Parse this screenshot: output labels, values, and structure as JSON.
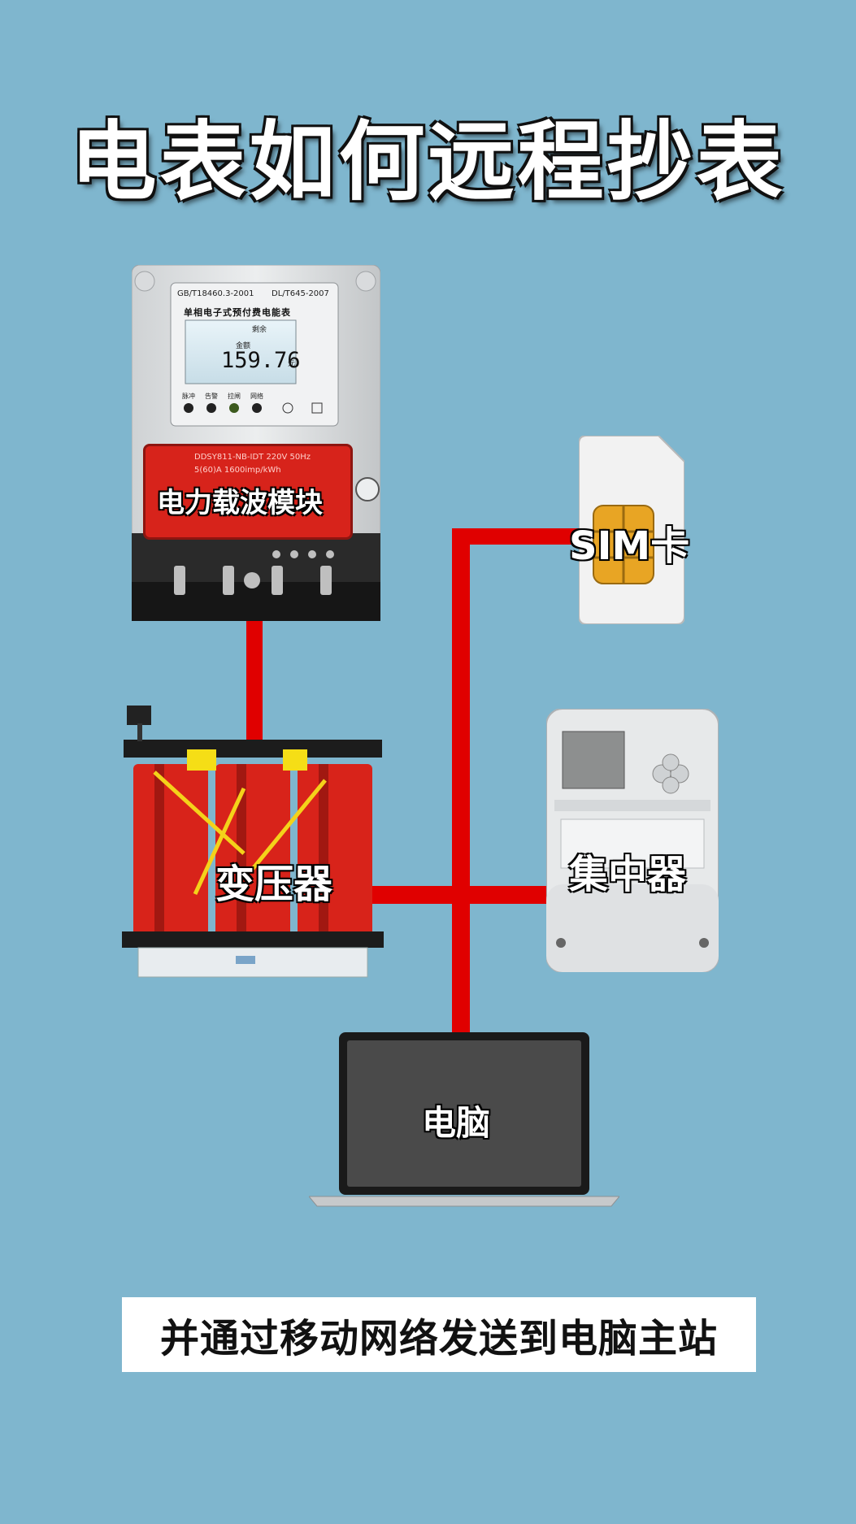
{
  "title": "电表如何远程抄表",
  "meter": {
    "standard_left": "GB/T18460.3-2001",
    "standard_right": "DL/T645-2007",
    "name": "单相电子式预付费电能表",
    "remaining_label": "剩余",
    "amount_label": "金额",
    "reading": "159.76",
    "unit": "元",
    "indicators": [
      "脉冲",
      "告警",
      "拉闸",
      "网络"
    ],
    "plate_line1": "DDSY811-NB-IDT 220V 50Hz",
    "plate_line2": "5(60)A 1600imp/kWh",
    "module_label": "电力载波模块"
  },
  "sim_label": "SIM卡",
  "transformer_label": "变压器",
  "concentrator_label": "集中器",
  "computer_label": "电脑",
  "caption": "并通过移动网络发送到电脑主站",
  "colors": {
    "background": "#7fb6ce",
    "wire": "#e00000",
    "transformer": "#d8231a"
  }
}
